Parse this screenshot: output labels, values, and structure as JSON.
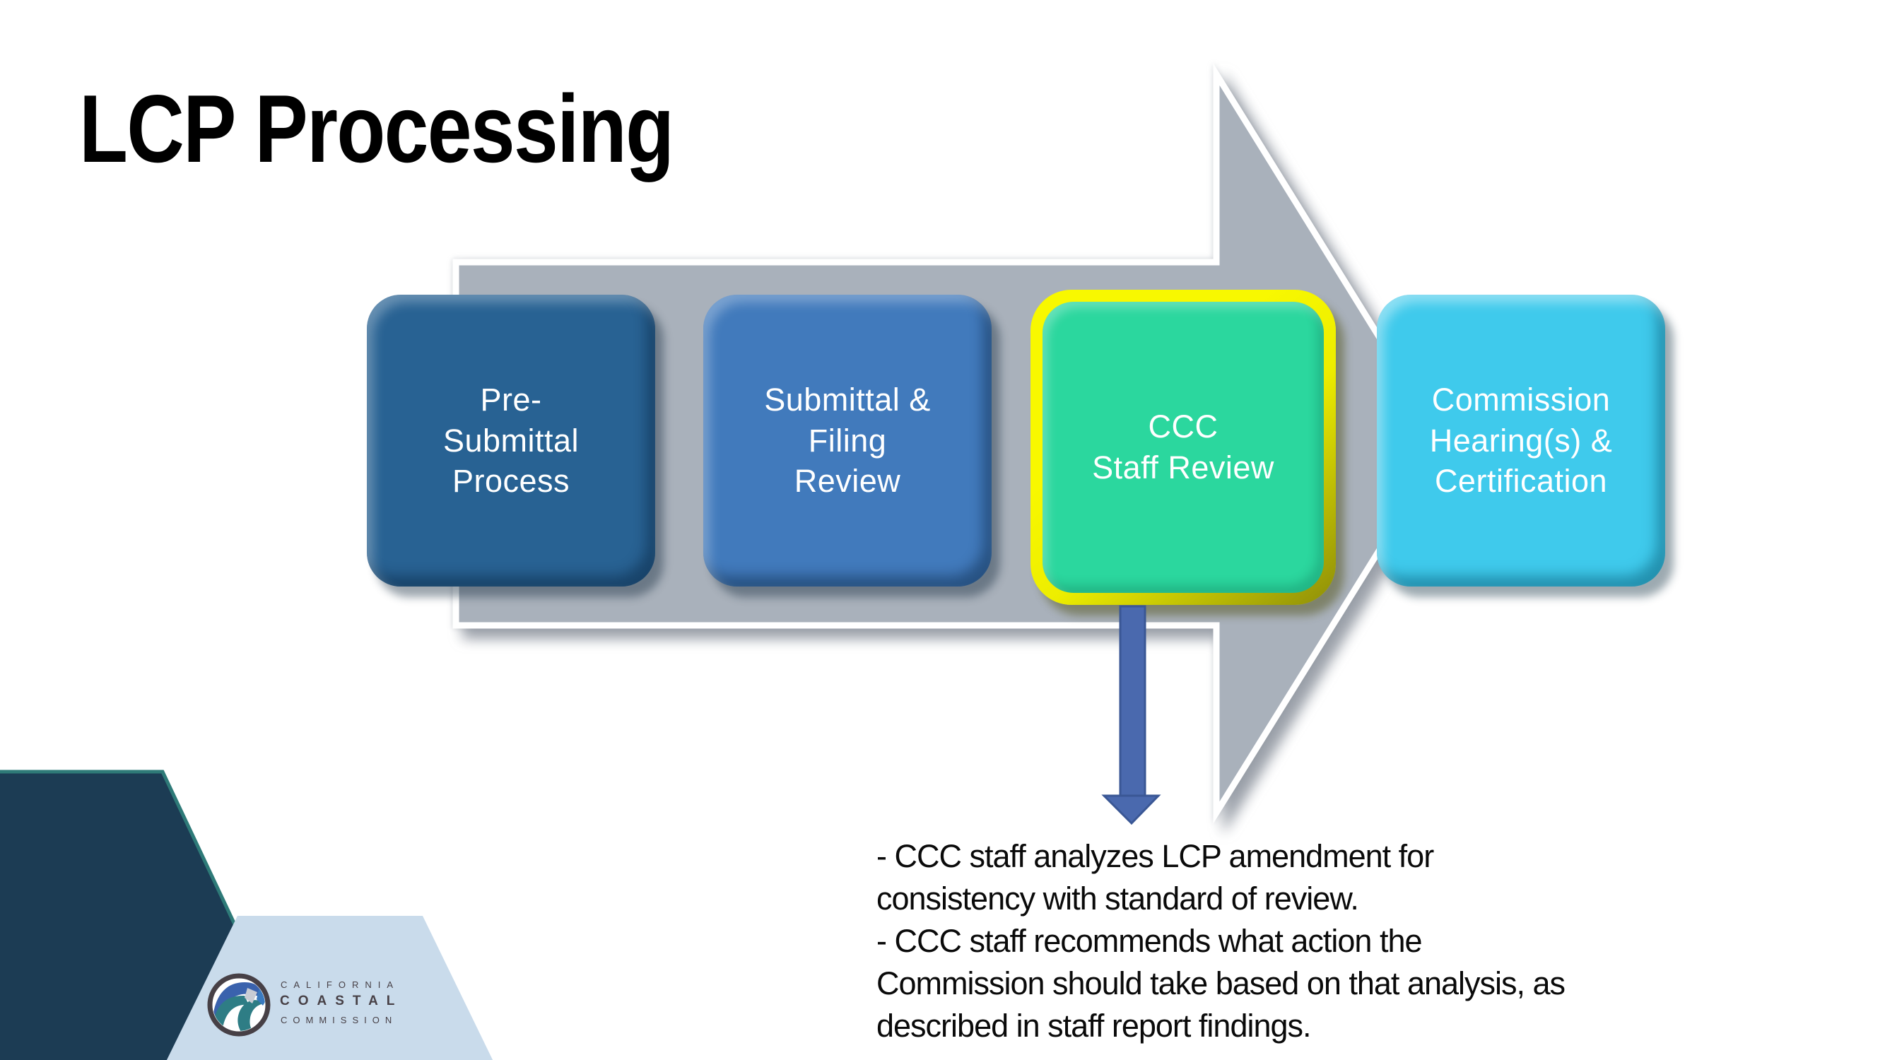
{
  "slide": {
    "title": "LCP Processing",
    "background_color": "#ffffff"
  },
  "process_arrow": {
    "fill": "#a9b1bb",
    "border": "#ffffff"
  },
  "boxes": [
    {
      "label": "Pre-\nSubmittal\nProcess",
      "fill": "#286293",
      "text_color": "#ffffff"
    },
    {
      "label": "Submittal &\nFiling\nReview",
      "fill": "#417abc",
      "text_color": "#ffffff"
    },
    {
      "label": "CCC\nStaff Review",
      "fill": "#2bd79e",
      "border_color": "#f2f200",
      "text_color": "#ffffff"
    },
    {
      "label": "Commission\nHearing(s) &\nCertification",
      "fill": "#3fcaec",
      "text_color": "#ffffff"
    }
  ],
  "callout": {
    "arrow_fill": "#4a69ae",
    "arrow_border": "#3a5795",
    "text": "- CCC staff analyzes LCP amendment for\nconsistency with standard of review.\n- CCC staff recommends what action the\nCommission should take based on that analysis, as\ndescribed in staff report findings."
  },
  "footer_logo": {
    "dark_hexagon_fill": "#1c3c54",
    "dark_hexagon_stroke": "#2e7a78",
    "light_hexagon_fill": "#c9dbeb",
    "ring_color": "#474046",
    "wave_blue": "#3a62ad",
    "wave_teal": "#2e7d85",
    "wave_gray": "#c8ccd4",
    "chevron_blue": "#3a7abf",
    "org_line1": "CALIFORNIA",
    "org_line2": "COASTAL",
    "org_line3": "COMMISSION",
    "text_color": "#474046"
  }
}
